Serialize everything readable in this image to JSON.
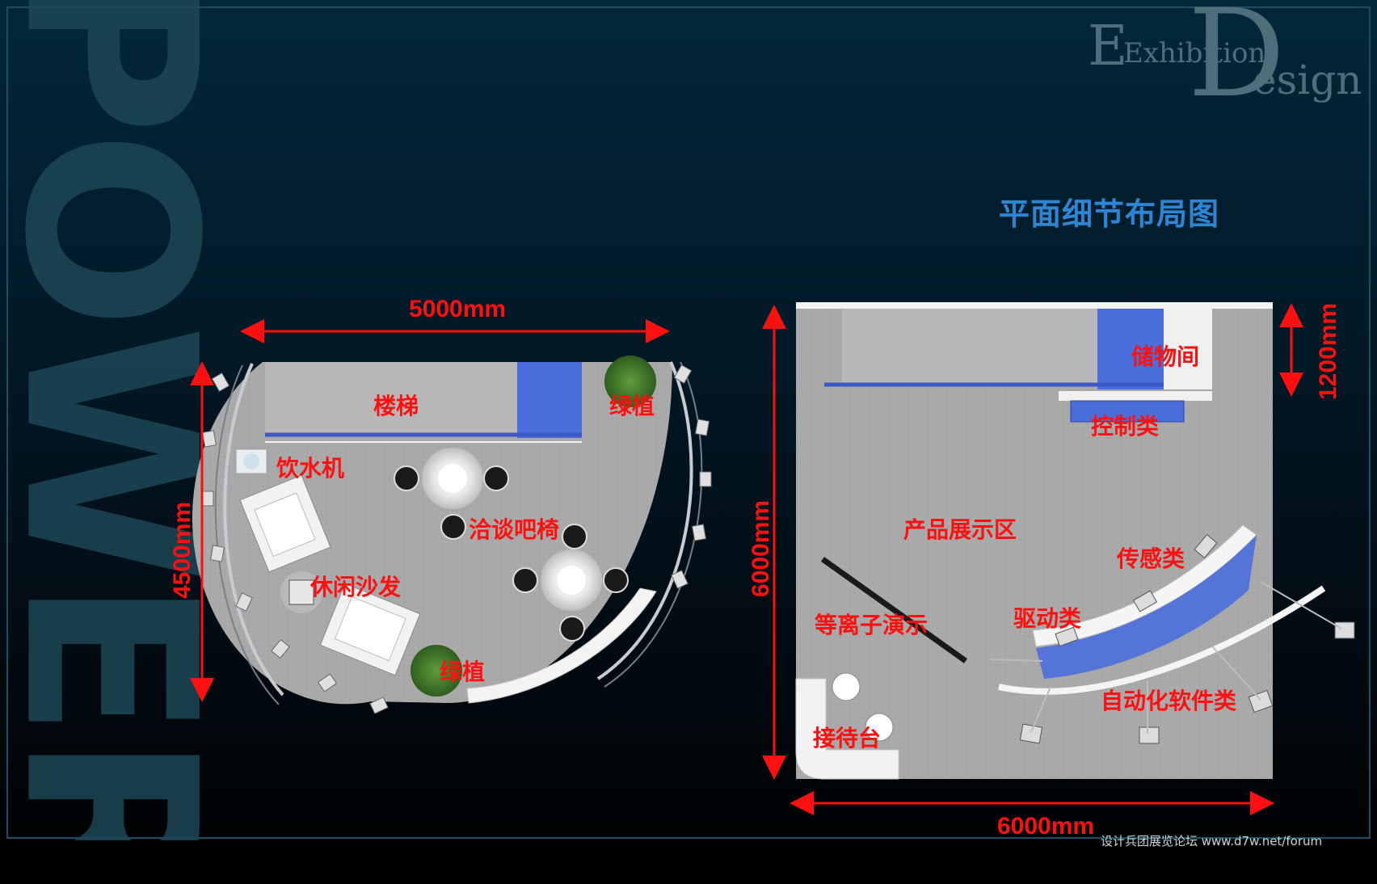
{
  "watermark": {
    "power": "POWER",
    "exhibition": "Exhibition",
    "design_initial": "D",
    "design_rest": "esign",
    "exhibition_initial": "E"
  },
  "title": "平面细节布局图",
  "left_plan": {
    "width_dim": "5000mm",
    "depth_dim": "4500mm",
    "labels": {
      "stairs": "楼梯",
      "plant_top": "绿植",
      "water": "饮水机",
      "bar": "洽谈吧椅",
      "sofa": "休闲沙发",
      "plant_bottom": "绿植"
    }
  },
  "right_plan": {
    "width_dim": "6000mm",
    "depth_dim": "6000mm",
    "storage_dim": "1200mm",
    "labels": {
      "storage": "储物间",
      "control": "控制类",
      "display": "产品展示区",
      "sensor": "传感类",
      "drive": "驱动类",
      "plasma": "等离子演示",
      "automation": "自动化软件类",
      "reception": "接待台"
    }
  },
  "footer": "设计兵团展览论坛  www.d7w.net/forum",
  "colors": {
    "accent_red": "#ff1010",
    "title_blue": "#2c86d3",
    "floor_gray": "#a8a8a8",
    "panel_blue": "#4a6fdc"
  }
}
